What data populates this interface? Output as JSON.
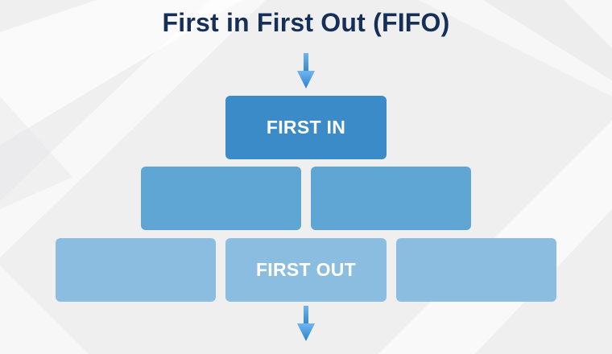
{
  "title": "First in First Out (FIFO)",
  "colors": {
    "title": "#152f57",
    "block_top": "#3a8bc7",
    "block_middle": "#5fa6d4",
    "block_bottom": "#8bbde0",
    "arrow": "#2f86d4"
  },
  "blocks": {
    "top": {
      "label": "FIRST IN"
    },
    "middle_left": {
      "label": ""
    },
    "middle_right": {
      "label": ""
    },
    "bottom_left": {
      "label": ""
    },
    "bottom_center": {
      "label": "FIRST OUT"
    },
    "bottom_right": {
      "label": ""
    }
  },
  "icons": {
    "input_arrow": "arrow-down-icon",
    "output_arrow": "arrow-down-icon"
  }
}
